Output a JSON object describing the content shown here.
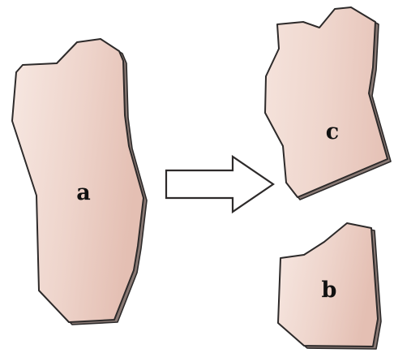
{
  "labels": {
    "piece_a": "a",
    "piece_b": "b",
    "piece_c": "c"
  },
  "colors": {
    "piece_fill_light": "#f7e8e2",
    "piece_fill_mid": "#eed4cb",
    "piece_fill_dark": "#e4bfb3",
    "outline": "#2d2a2a",
    "arrow_fill": "#ffffff",
    "background": "#ffffff"
  }
}
